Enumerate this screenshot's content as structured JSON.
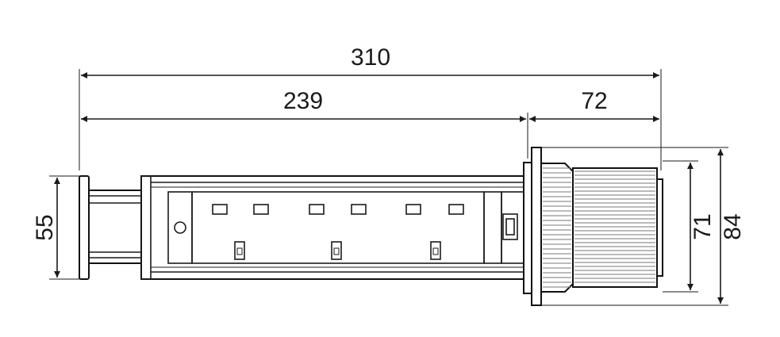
{
  "dimensions": {
    "overall_length": "310",
    "tube_length": "239",
    "collar_length": "72",
    "cap_height": "55",
    "thread_diameter": "71",
    "flange_diameter": "84"
  },
  "colors": {
    "line": "#1a1a1a",
    "thread": "#777777",
    "background": "#ffffff"
  }
}
